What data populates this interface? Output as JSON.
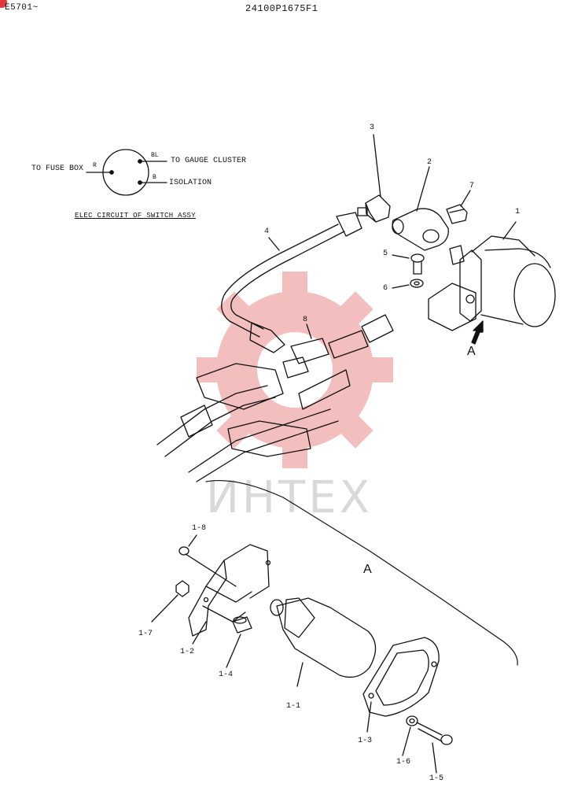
{
  "header": {
    "left_code": "E5701~",
    "center_code": "24100P1675F1"
  },
  "circuit": {
    "caption": "ELEC CIRCUIT OF SWITCH ASSY",
    "to_fuse_box": "TO FUSE BOX",
    "r": "R",
    "bl": "BL",
    "to_gauge_cluster": "TO GAUGE CLUSTER",
    "b": "B",
    "isolation": "ISOLATION"
  },
  "callouts": {
    "c1": "1",
    "c2": "2",
    "c3": "3",
    "c4": "4",
    "c5": "5",
    "c6": "6",
    "c7": "7",
    "c8": "8",
    "view_arrow": "A",
    "view_title": "A",
    "c1_1": "1-1",
    "c1_2": "1-2",
    "c1_3": "1-3",
    "c1_4": "1-4",
    "c1_5": "1-5",
    "c1_6": "1-6",
    "c1_7": "1-7",
    "c1_8": "1-8"
  },
  "watermark": {
    "text": "ИНТЕХ",
    "color": "#f1b3b3"
  }
}
